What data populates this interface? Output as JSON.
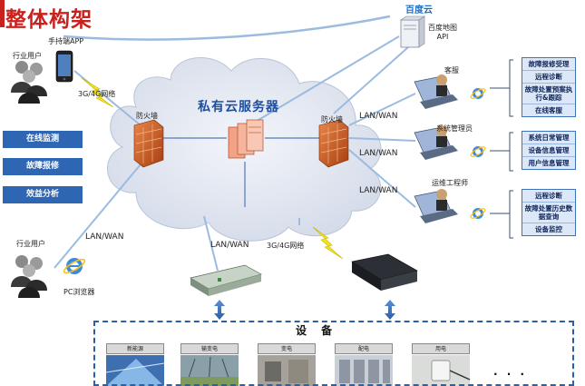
{
  "title": "整体构架",
  "cloud": {
    "label": "私有云服务器"
  },
  "baidu": {
    "label": "百度云",
    "server_label": "百度地图\nAPI"
  },
  "left": {
    "mobile_app": "手持端APP",
    "user_top": "行业用户",
    "user_bottom": "行业用户",
    "pc_browser": "PC浏览器",
    "network_top": "3G/4G网络",
    "lan_left": "LAN/WAN",
    "buttons": [
      "在线监测",
      "故障报修",
      "效益分析"
    ]
  },
  "firewalls": {
    "left": "防火墙",
    "right": "防火墙"
  },
  "links": {
    "lan_right_1": "LAN/WAN",
    "lan_right_2": "LAN/WAN",
    "lan_right_3": "LAN/WAN",
    "lan_bottom": "LAN/WAN",
    "net_bottom": "3G/4G网络"
  },
  "roles": {
    "customer_service": {
      "label": "客服",
      "items": [
        "故障报修受理",
        "远程诊断",
        "故障处置预案执行&跟踪",
        "在线客服"
      ]
    },
    "sys_admin": {
      "label": "系统管理员",
      "items": [
        "系统日常管理",
        "设备信息管理",
        "用户信息管理"
      ]
    },
    "ops_engineer": {
      "label": "运维工程师",
      "items": [
        "远程诊断",
        "故障处置历史数据查询",
        "设备监控"
      ]
    }
  },
  "devices": {
    "title": "设 备",
    "labels": [
      "新能源",
      "输变电",
      "变电",
      "配电",
      "用电"
    ],
    "more": ". . ."
  },
  "colors": {
    "title_red": "#c9211e",
    "button_blue": "#2e66b3",
    "cloud_fill": "#e3e8f3",
    "firewall": "#c8551b",
    "line_blue": "#8fb1da",
    "bolt_yellow": "#f7e21b"
  }
}
